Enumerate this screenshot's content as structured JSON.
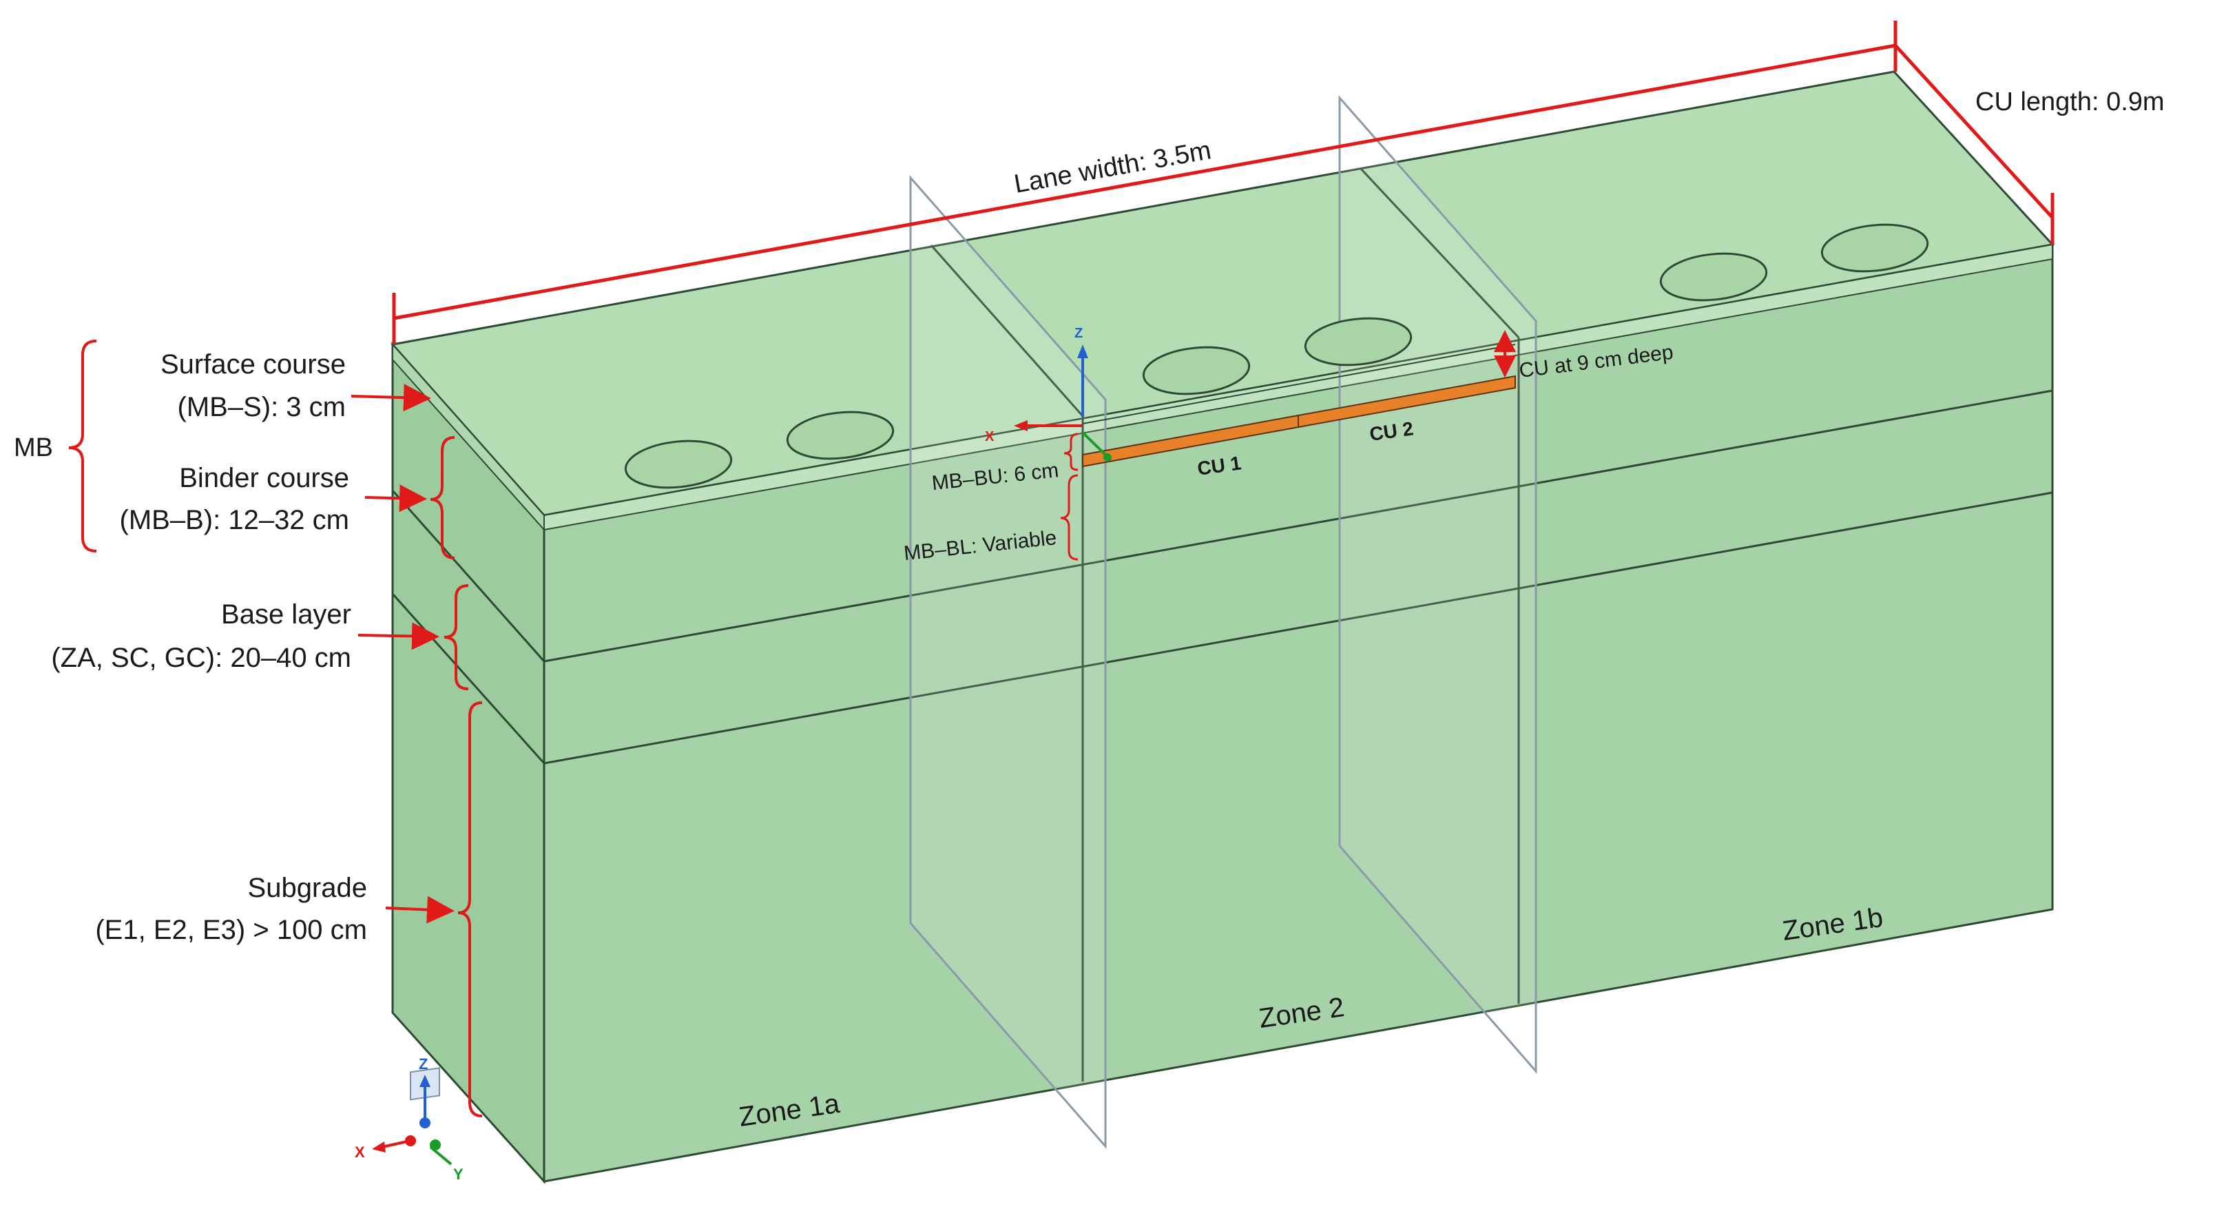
{
  "dimensions": {
    "lane_width": "Lane width: 3.5m",
    "cu_length": "CU length: 0.9m",
    "cu_depth": "CU at 9 cm deep"
  },
  "layers": {
    "mb": "MB",
    "surface_line1": "Surface course",
    "surface_line2": "(MB–S): 3 cm",
    "binder_line1": "Binder course",
    "binder_line2": "(MB–B): 12–32 cm",
    "base_line1": "Base layer",
    "base_line2": "(ZA, SC, GC): 20–40 cm",
    "subgrade_line1": "Subgrade",
    "subgrade_line2": "(E1, E2, E3) > 100 cm"
  },
  "sublayers": {
    "mb_bu": "MB–BU: 6 cm",
    "mb_bl": "MB–BL: Variable"
  },
  "units": {
    "cu1": "CU 1",
    "cu2": "CU 2"
  },
  "zones": {
    "zone_1a": "Zone 1a",
    "zone_2": "Zone 2",
    "zone_1b": "Zone 1b"
  },
  "axes": {
    "x": "X",
    "y": "Y",
    "z": "Z"
  },
  "colors": {
    "front_face": "#a6d2a8",
    "top_face": "#b4ddb4",
    "side_face": "#9ccb9e",
    "edge": "#2f4a34",
    "annotation": "#e01919",
    "cu_bar": "#e8822a",
    "axis_x": "#e01919",
    "axis_y": "#1a9b2a",
    "axis_z": "#2060d0"
  }
}
